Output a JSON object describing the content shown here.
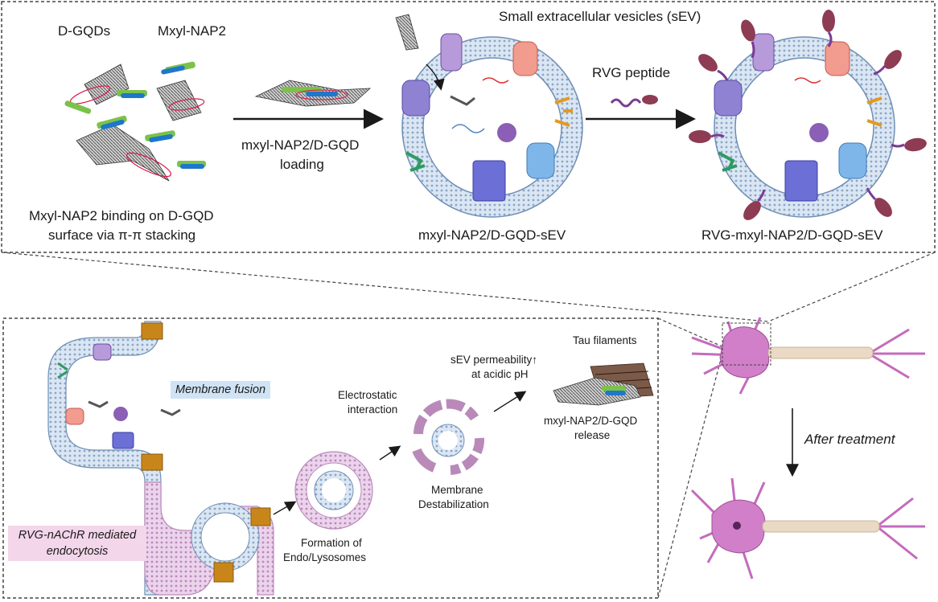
{
  "top_panel": {
    "title": "Small extracellular vesicles (sEV)",
    "label_dgqds": "D-GQDs",
    "label_mxyl": "Mxyl-NAP2",
    "binding_caption_1": "Mxyl-NAP2 binding on D-GQD",
    "binding_caption_2": "surface via π-π stacking",
    "loading_line_1": "mxyl-NAP2/D-GQD",
    "loading_line_2": "loading",
    "sev_caption": "mxyl-NAP2/D-GQD-sEV",
    "rvg_peptide": "RVG peptide",
    "rvg_sev_caption": "RVG-mxyl-NAP2/D-GQD-sEV"
  },
  "bottom_panel": {
    "membrane_fusion": "Membrane fusion",
    "endocytosis_line_1": "RVG-nAChR mediated",
    "endocytosis_line_2": "endocytosis",
    "formation_line_1": "Formation of",
    "formation_line_2": "Endo/Lysosomes",
    "electrostatic_line_1": "Electrostatic",
    "electrostatic_line_2": "interaction",
    "destab_line_1": "Membrane",
    "destab_line_2": "Destabilization",
    "permeability_line_1": "sEV permeability↑",
    "permeability_line_2": "at acidic pH",
    "tau_filaments": "Tau filaments",
    "release_line_1": "mxyl-NAP2/D-GQD",
    "release_line_2": "release"
  },
  "neuron_panel": {
    "after_treatment": "After treatment"
  },
  "colors": {
    "membrane": "#c9d9ec",
    "membrane_edge": "#6f8fb5",
    "endo_membrane": "#d8b2d8",
    "neuron": "#d07fc8",
    "protein_purple": "#8b6cc9",
    "protein_red": "#e88080",
    "protein_blue": "#5a9ad6",
    "protein_orange": "#e39a1d",
    "protein_green": "#2f9a63",
    "rvg_head": "#8e3b54",
    "rvg_tail": "#7a3b94",
    "fusion_bg": "#cfe3f5",
    "endocytosis_bg": "#f3d6ea"
  }
}
